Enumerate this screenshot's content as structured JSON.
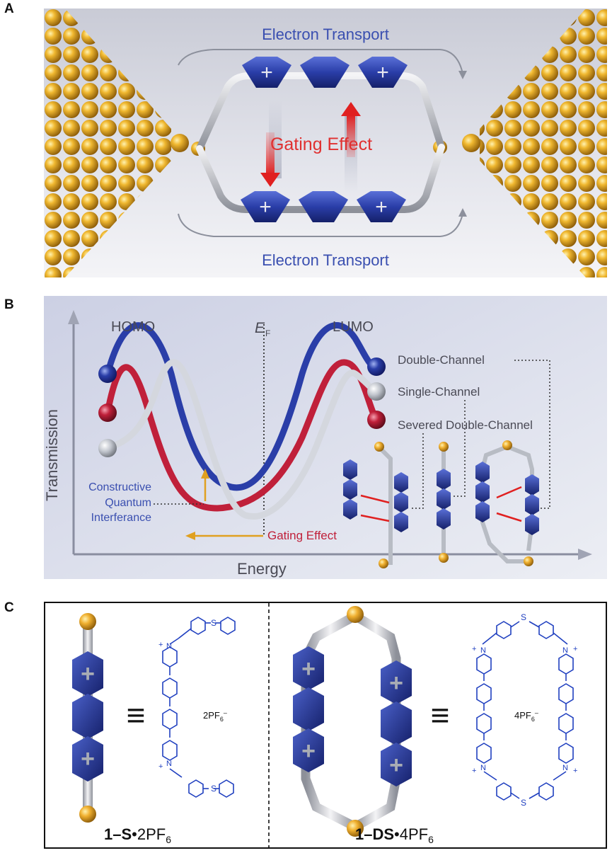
{
  "panels": {
    "a": {
      "label": "A",
      "top_text": "Electron Transport",
      "bottom_text": "Electron Transport",
      "gating_text": "Gating Effect"
    },
    "b": {
      "label": "B",
      "homo": "HOMO",
      "ef_main": "E",
      "ef_sub": "F",
      "lumo": "LUMO",
      "y_axis": "Transmission",
      "x_axis": "Energy",
      "double_channel": "Double-Channel",
      "single_channel": "Single-Channel",
      "severed": "Severed Double-Channel",
      "cqi_1": "Constructive",
      "cqi_2": "Quantum",
      "cqi_3": "Interferance",
      "gating": "Gating Effect"
    },
    "c": {
      "label": "C",
      "left_name_bold": "1–S",
      "left_name_rest": "•2PF",
      "left_name_sub": "6",
      "right_name_bold": "1–DS",
      "right_name_rest": "•4PF",
      "right_name_sub": "6",
      "equiv": "≡",
      "left_counterion": "2PF",
      "left_counterion_sub": "6",
      "left_counterion_sup": "–",
      "right_counterion": "4PF",
      "right_counterion_sub": "6",
      "right_counterion_sup": "–",
      "atom_s": "S",
      "atom_n": "N",
      "charge": "+"
    }
  },
  "colors": {
    "gold": "#d99a1a",
    "blue": "#2a3e9c",
    "red": "#c0203a",
    "silver": "#b8bcc4",
    "text_blue": "#3a4fb0",
    "text_red": "#e03030",
    "struct_blue": "#2040c0"
  }
}
